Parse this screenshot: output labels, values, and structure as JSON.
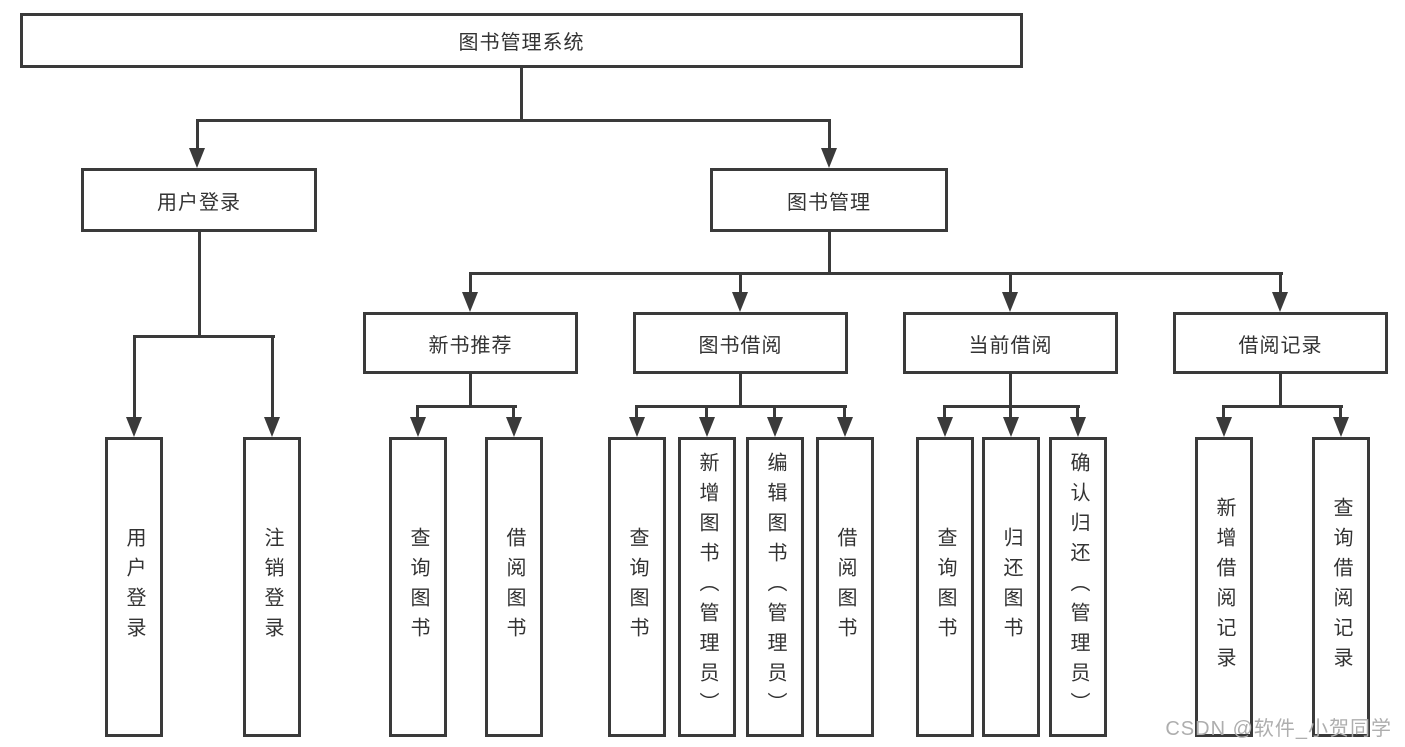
{
  "tree": {
    "root": {
      "label": "图书管理系统"
    },
    "branches": [
      {
        "label": "用户登录",
        "children": [
          {
            "label": "用户登录"
          },
          {
            "label": "注销登录"
          }
        ]
      },
      {
        "label": "图书管理",
        "children": [
          {
            "label": "新书推荐",
            "children": [
              {
                "label": "查询图书"
              },
              {
                "label": "借阅图书"
              }
            ]
          },
          {
            "label": "图书借阅",
            "children": [
              {
                "label": "查询图书"
              },
              {
                "label": "新增图书（管理员）"
              },
              {
                "label": "编辑图书（管理员）"
              },
              {
                "label": "借阅图书"
              }
            ]
          },
          {
            "label": "当前借阅",
            "children": [
              {
                "label": "查询图书"
              },
              {
                "label": "归还图书"
              },
              {
                "label": "确认归还（管理员）"
              }
            ]
          },
          {
            "label": "借阅记录",
            "children": [
              {
                "label": "新增借阅记录"
              },
              {
                "label": "查询借阅记录"
              }
            ]
          }
        ]
      }
    ]
  },
  "watermark": {
    "text": "CSDN @软件_小贺同学"
  },
  "colors": {
    "line": "#3a3a3a",
    "text": "#333333",
    "box_fill": "#ffffff",
    "watermark": "#aeaeae"
  }
}
